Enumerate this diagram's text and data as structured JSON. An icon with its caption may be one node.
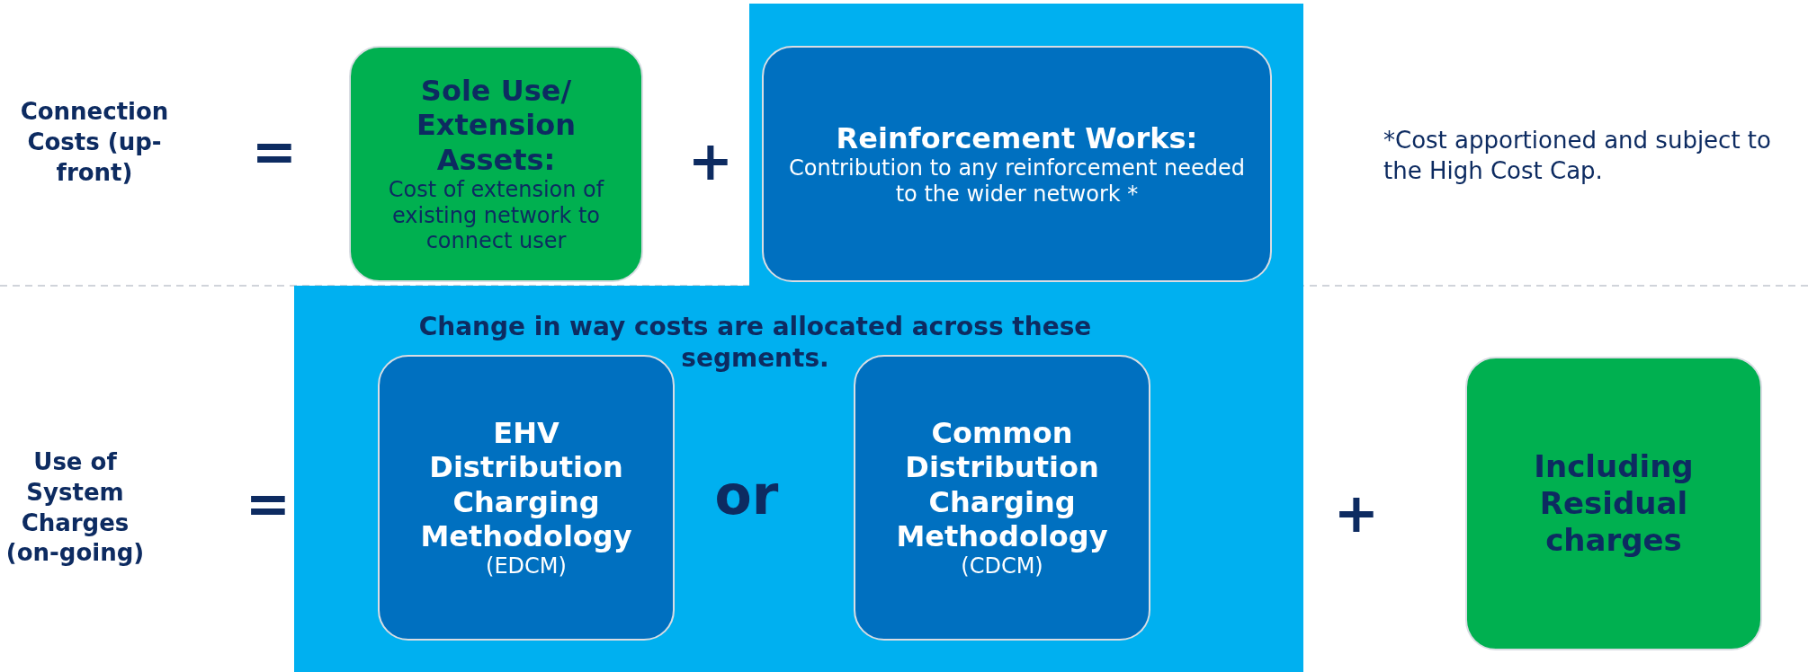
{
  "diagram": {
    "nodes": [
      {
        "text": [
          "Sole Use/ Extension Assets:",
          "Cost of extension of existing network to connect user"
        ]
      },
      {
        "text": [
          "Change in way costs are allocated across these segments."
        ]
      },
      {
        "text": [
          "Reinforcement Works:",
          "Contribution to any reinforcement needed to the wider network *"
        ],
        "in": 1
      },
      {
        "text": [
          "EHV Distribution Charging Methodology",
          "(EDCM)"
        ],
        "in": 1
      },
      {
        "text": [
          "Common Distribution Charging Methodology",
          "(CDCM)"
        ],
        "in": 1
      },
      {
        "text": [
          "Including Residual charges"
        ]
      }
    ],
    "labels": [
      "Connection Costs (up-front)",
      "=",
      "+",
      "*Cost apportioned and subject to the High Cost Cap.",
      "Use of System Charges (on-going)",
      "=",
      "or",
      "+"
    ]
  }
}
